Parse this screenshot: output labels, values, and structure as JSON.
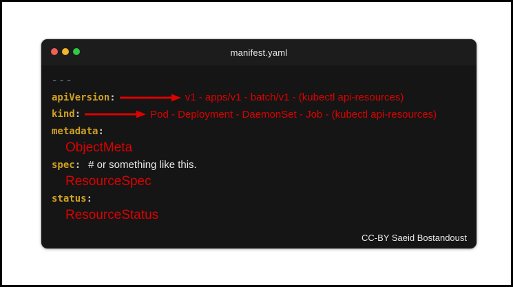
{
  "colors": {
    "window_bg": "#151515",
    "titlebar_bg": "#1c1c1c",
    "key_gold": "#d0a222",
    "annotation_red": "#dd0101",
    "dashes_slate": "#4a5468",
    "text_white": "#e9e9e9",
    "traffic_red": "#f05f56",
    "traffic_yellow": "#f2b62d",
    "traffic_green": "#32c946"
  },
  "window": {
    "title": "manifest.yaml",
    "traffic_lights": [
      "close",
      "minimize",
      "zoom"
    ]
  },
  "editor": {
    "document_start": "---",
    "lines": [
      {
        "key": "apiVersion",
        "colon": ":",
        "arrow": "red-arrow-right",
        "value": "v1 - apps/v1 - batch/v1 - (kubectl api-resources)"
      },
      {
        "key": "kind",
        "colon": ":",
        "arrow": "red-arrow-right",
        "value": "Pod - Deployment - DaemonSet - Job - (kubectl api-resources)"
      },
      {
        "key": "metadata",
        "colon": ":",
        "class_name": "ObjectMeta"
      },
      {
        "key": "spec",
        "colon": ":",
        "comment": "# or something like this.",
        "class_name": "ResourceSpec"
      },
      {
        "key": "status",
        "colon": ":",
        "class_name": "ResourceStatus"
      }
    ]
  },
  "attribution": "CC-BY Saeid Bostandoust"
}
